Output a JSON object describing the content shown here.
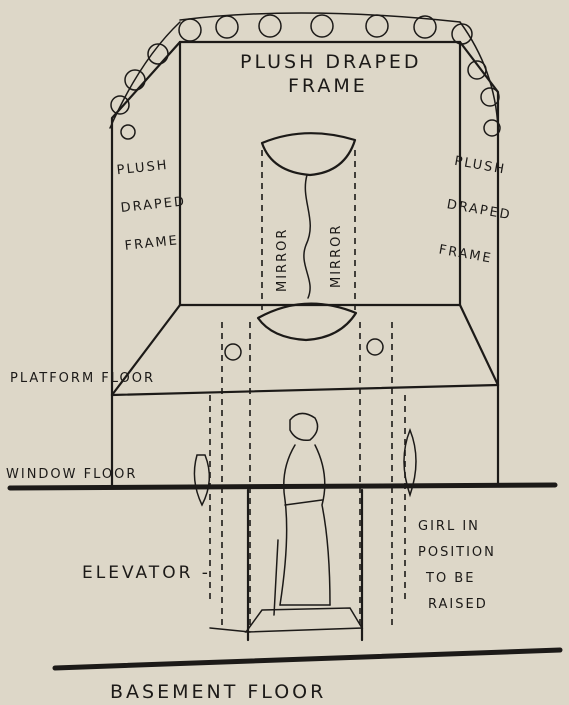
{
  "labels": {
    "top_frame_line1": "PLUSH DRAPED",
    "top_frame_line2": "FRAME",
    "left_frame": [
      "PLUSH",
      "DRAPED",
      "FRAME"
    ],
    "right_frame": [
      "PLUSH",
      "DRAPED",
      "FRAME"
    ],
    "mirror_left": "MIRROR",
    "mirror_right": "MIRROR",
    "platform_floor": "PLATFORM FLOOR",
    "window_floor": "WINDOW FLOOR",
    "elevator": "ELEVATOR -",
    "girl": [
      "GIRL IN",
      "POSITION",
      "TO BE",
      "RAISED"
    ],
    "basement_floor": "BASEMENT FLOOR"
  },
  "colors": {
    "paper": "#ddd7c8",
    "ink": "#1c1a18"
  }
}
